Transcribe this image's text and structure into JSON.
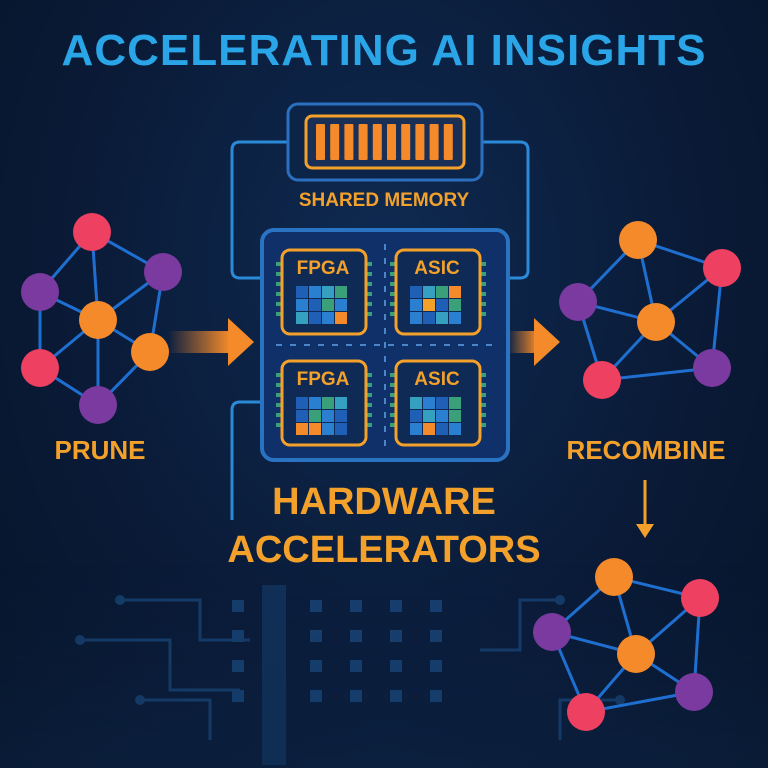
{
  "title": "ACCELERATING AI INSIGHTS",
  "shared_memory": {
    "label": "SHARED MEMORY"
  },
  "accelerators": {
    "label": "HARDWARE ACCELERATORS",
    "chips": [
      {
        "label": "FPGA"
      },
      {
        "label": "ASIC"
      },
      {
        "label": "FPGA"
      },
      {
        "label": "ASIC"
      }
    ]
  },
  "stages": {
    "prune": "PRUNE",
    "recombine": "RECOMBINE"
  },
  "colors": {
    "title": "#2aa6e8",
    "accent_orange": "#f3a12a",
    "node_red": "#ee4060",
    "node_purple": "#7a3aa0",
    "node_orange": "#f58a2a",
    "edge_blue": "#1f6fd0",
    "panel_border": "#2a73c2"
  },
  "icons": [
    "right-arrow-icon",
    "down-arrow-icon",
    "memory-module-icon",
    "chip-icon",
    "network-graph-icon",
    "circuit-board-icon"
  ]
}
